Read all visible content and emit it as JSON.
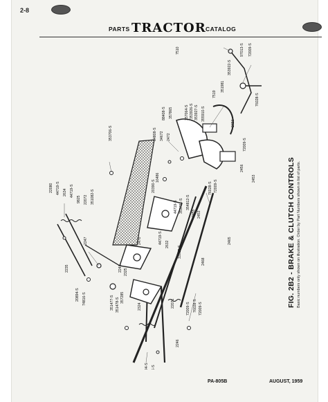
{
  "header": {
    "page_number": "2-8",
    "left_word": "PARTS",
    "title": "TRACTOR",
    "right_word": "CATALOG"
  },
  "figure": {
    "title": "FIG. 2B2 - BRAKE & CLUTCH CONTROLS",
    "note": "Basic numbers only shown on illustration. Order by Part Numbers shown in list of parts."
  },
  "part_numbers": [
    "7510",
    "97013-S",
    "72009-S",
    "353922-S",
    "351981",
    "7519",
    "76028-S",
    "72009-S",
    "2456",
    "2453",
    "357064-S",
    "353926-S",
    "88408-S",
    "357865",
    "353927-S",
    "355910-S",
    "2456",
    "34808-S",
    "34672",
    "2472",
    "353706-S",
    "16486",
    "20390-S",
    "72009-S",
    "76028-S",
    "2465",
    "2468",
    "354812-S",
    "353781-S",
    "44719-S",
    "2455",
    "2453",
    "22080",
    "44719-S",
    "2634",
    "44719-S",
    "9825",
    "22072",
    "351082-S",
    "2247",
    "2235",
    "20894-S",
    "74816-S",
    "351477-S",
    "357285",
    "351478-S",
    "2324",
    "22071",
    "2246",
    "20894-S",
    "74816-S",
    "72009-S",
    "76028-S",
    "72009-S",
    "33925-S",
    "2241",
    "2325",
    "2470",
    "44719-S",
    "2632"
  ],
  "footer": {
    "catalog_code": "PA-805B",
    "date": "AUGUST, 1959"
  }
}
